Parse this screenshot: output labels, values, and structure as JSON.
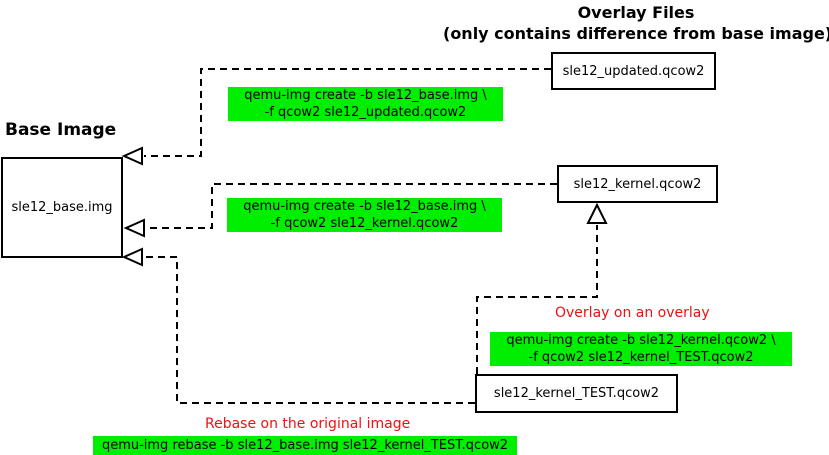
{
  "header": {
    "title_line1": "Overlay Files",
    "title_line2": "(only contains difference from base image)"
  },
  "base": {
    "section_label": "Base Image",
    "box_label": "sle12_base.img"
  },
  "overlay_boxes": {
    "updated": "sle12_updated.qcow2",
    "kernel": "sle12_kernel.qcow2",
    "kernel_test": "sle12_kernel_TEST.qcow2"
  },
  "commands": {
    "create_updated_line1": "qemu-img create -b sle12_base.img \\",
    "create_updated_line2": "-f qcow2 sle12_updated.qcow2",
    "create_kernel_line1": "qemu-img create -b sle12_base.img \\",
    "create_kernel_line2": "-f qcow2 sle12_kernel.qcow2",
    "create_kernel_test_line1": "qemu-img create -b sle12_kernel.qcow2 \\",
    "create_kernel_test_line2": "-f qcow2 sle12_kernel_TEST.qcow2",
    "rebase_line": "qemu-img rebase -b sle12_base.img sle12_kernel_TEST.qcow2"
  },
  "annotations": {
    "overlay_on_overlay": "Overlay on an overlay",
    "rebase_on_original": "Rebase on the original image"
  },
  "colors": {
    "command_highlight": "#00ee00",
    "annotation_red": "#ee1111",
    "line_color": "#000000"
  }
}
